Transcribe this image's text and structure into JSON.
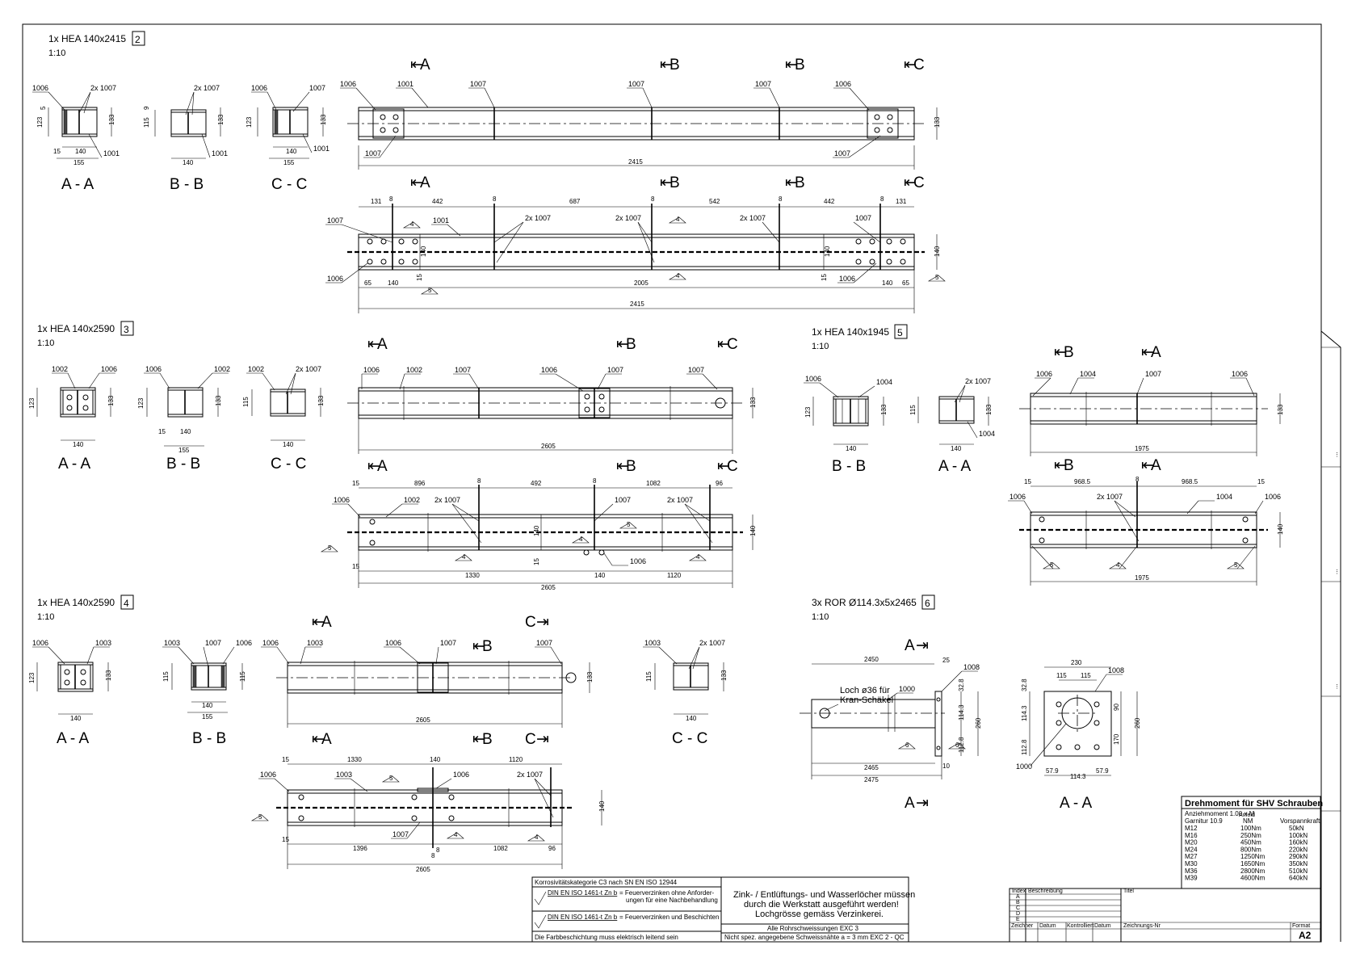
{
  "frame": {
    "title": "Steel beam shop drawing sheet"
  },
  "parts": [
    {
      "header": "1x HEA 140x2415",
      "number": "2",
      "scale": "1:10"
    },
    {
      "header": "1x HEA 140x2590",
      "number": "3",
      "scale": "1:10"
    },
    {
      "header": "1x HEA 140x2590",
      "number": "4",
      "scale": "1:10"
    },
    {
      "header": "1x HEA 140x1945",
      "number": "5",
      "scale": "1:10"
    },
    {
      "header": "3x ROR Ø114.3x5x2465",
      "number": "6",
      "scale": "1:10"
    }
  ],
  "sections": {
    "aa": "A - A",
    "bb": "B - B",
    "cc": "C - C"
  },
  "markers": {
    "A": "A",
    "B": "B",
    "C": "C"
  },
  "labels": {
    "l1000": "1000",
    "l1001": "1001",
    "l1002": "1002",
    "l1003": "1003",
    "l1004": "1004",
    "l1006": "1006",
    "l1007": "1007",
    "l1008": "1008",
    "l2x1007": "2x 1007",
    "weld4": "4",
    "weld5": "5",
    "weld6": "6",
    "loch1": "Loch ø36 für",
    "loch2": "Kran-Schäkel"
  },
  "dims": {
    "d2415": "2415",
    "d2005": "2005",
    "d131": "131",
    "d8": "8",
    "d442": "442",
    "d687": "687",
    "d542": "542",
    "d65": "65",
    "d140": "140",
    "d133": "133",
    "d123": "123",
    "d5": "5",
    "d15": "15",
    "d155": "155",
    "d115": "115",
    "d9": "9",
    "d2605": "2605",
    "d896": "896",
    "d492": "492",
    "d1082": "1082",
    "d96": "96",
    "d1330": "1330",
    "d1120": "1120",
    "d1396": "1396",
    "d1975": "1975",
    "d9685": "968.5",
    "d2450": "2450",
    "d25": "25",
    "d328": "32.8",
    "d1143": "114.3",
    "d1128": "112.8",
    "d260": "260",
    "d10": "10",
    "d2465": "2465",
    "d2475": "2475",
    "d230": "230",
    "d90": "90",
    "d170": "170",
    "d579": "57.9"
  },
  "torque": {
    "title": "Drehmoment für SHV Schrauben",
    "line1": "Anziehmoment 1.00 x M",
    "line1b": "Anfeld",
    "col_a": "Garnitur 10.9",
    "col_b": "NM",
    "col_c": "Vorspannkraft",
    "rows": [
      {
        "size": "M12",
        "nm": "100Nm",
        "kn": "50kN"
      },
      {
        "size": "M16",
        "nm": "250Nm",
        "kn": "100kN"
      },
      {
        "size": "M20",
        "nm": "450Nm",
        "kn": "160kN"
      },
      {
        "size": "M24",
        "nm": "800Nm",
        "kn": "220kN"
      },
      {
        "size": "M27",
        "nm": "1250Nm",
        "kn": "290kN"
      },
      {
        "size": "M30",
        "nm": "1650Nm",
        "kn": "350kN"
      },
      {
        "size": "M36",
        "nm": "2800Nm",
        "kn": "510kN"
      },
      {
        "size": "M39",
        "nm": "4600Nm",
        "kn": "640kN"
      }
    ]
  },
  "notes": {
    "korr": "Korrosivitätskategorie C3 nach SN EN ISO 12944",
    "din1a": "DIN EN ISO 1461-t Zn b",
    "din1b": "= Feuerverzinken ohne Anforder-",
    "din1c": "ungen für eine Nachbehandlung",
    "din2a": "DIN EN ISO 1461-t Zn b",
    "din2b": "= Feuerverzinken und Beschichten",
    "farb": "Die Farbbeschichtung muss elektrisch leitend sein",
    "zink1": "Zink- / Entlüftungs- und Wasserlöcher müssen",
    "zink2": "durch die Werkstatt ausgeführt werden!",
    "zink3": "Lochgrösse gemäss Verzinkerei.",
    "exc": "Alle Rohrschweissungen EXC 3",
    "weld": "Nicht spez. angegebene Schweissnähte a = 3 mm EXC 2 - QC"
  },
  "titleblock": {
    "index": "Index",
    "beschr": "Beschreibung",
    "titel": "Titel",
    "rows": [
      "A",
      "B",
      "C",
      "D",
      "E"
    ],
    "zeichner": "Zeichner",
    "datum": "Datum",
    "kontrolliert": "Kontrolliert",
    "datum2": "Datum",
    "zeichnungsnr": "Zeichnungs-Nr",
    "format": "Format",
    "format_val": "A2"
  }
}
